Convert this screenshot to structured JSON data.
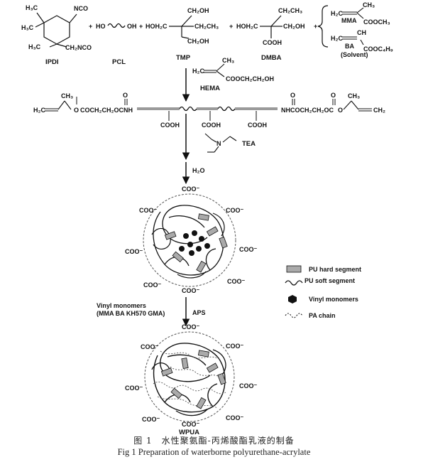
{
  "reactants": {
    "ipdi": {
      "ncos_top": "NCO",
      "h3c_1": "H₃C",
      "h3c_2": "H₃C",
      "h3c_3": "H₃C",
      "ch2nco": "CH₂NCO",
      "name": "IPDI"
    },
    "pcl": {
      "ho": "HO",
      "oh": "OH",
      "name": "PCL"
    },
    "tmp": {
      "ch2oh_top": "CH₂OH",
      "hoh2c": "HOH₂C",
      "ch2ch3": "CH₂CH₃",
      "ch2oh_bottom": "CH₂OH",
      "name": "TMP"
    },
    "dmba": {
      "ch2ch3": "CH₂CH₃",
      "hoh2c": "HOH₂C",
      "ch2oh": "CH₂OH",
      "cooh": "COOH",
      "name": "DMBA"
    },
    "solvent": {
      "mma_h2c": "H₂C",
      "mma_ch3": "CH₃",
      "mma_label": "MMA",
      "mma_ester": "COOCH₃",
      "ba_h2c": "H₂C",
      "ba_ch": "CH",
      "ba_label": "BA",
      "ba_ester": "COOC₄H₉",
      "note": "(Solvent)"
    },
    "plus": "+"
  },
  "hema": {
    "h2c": "H₂C",
    "ch3": "CH₃",
    "ester": "COOCH₂CH₂OH",
    "name": "HEMA"
  },
  "prepolymer": {
    "left_end": "H₂C",
    "left_ch3": "CH₃",
    "left_chain": "COCH₂CH₂OCNH",
    "right_chain": "NHCOCH₂CH₂OC",
    "right_end": "CH₂",
    "right_ch3": "CH₃",
    "oxygen": "O",
    "cooh": "COOH"
  },
  "tea": {
    "n": "N",
    "name": "TEA"
  },
  "water": "H₂O",
  "particle_labels": {
    "carboxylate": "COO⁻"
  },
  "polymerization": {
    "monomers": "Vinyl monomers",
    "monomer_list": "(MMA BA KH570 GMA)",
    "initiator": "APS"
  },
  "product": "WPUA",
  "legend": [
    {
      "label": "PU hard segment"
    },
    {
      "label": "PU soft segment"
    },
    {
      "label": "Vinyl monomers"
    },
    {
      "label": "PA chain"
    }
  ],
  "caption": {
    "chinese": "图 1　水性聚氨酯-丙烯酸酯乳液的制备",
    "english": "Fig 1 Preparation of waterborne polyurethane-acrylate"
  }
}
